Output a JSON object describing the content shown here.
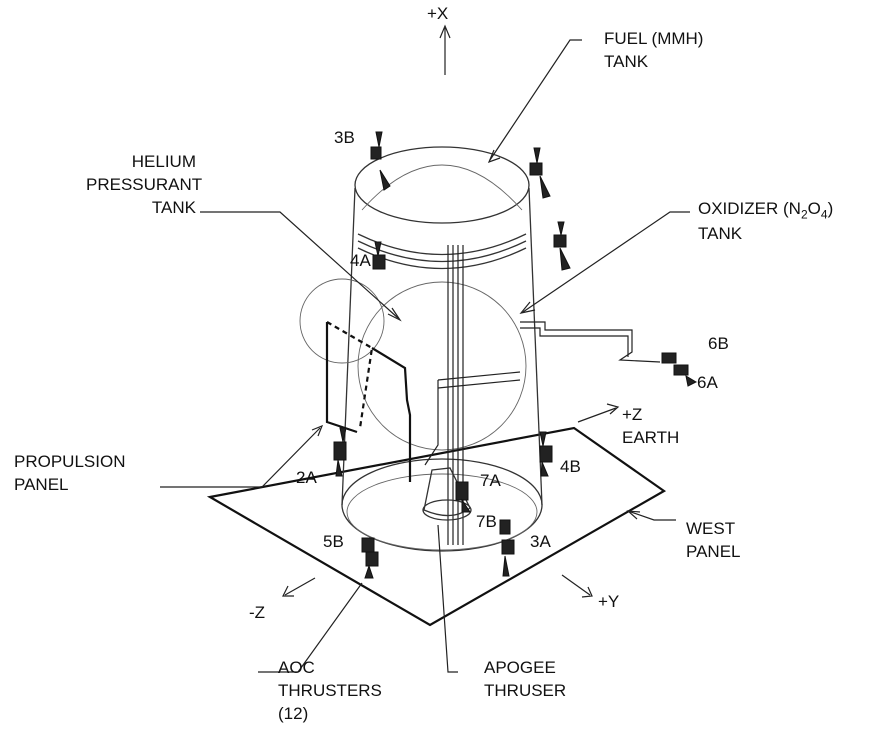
{
  "labels": {
    "plus_x": "+X",
    "fuel_tank": "FUEL (MMH)\nTANK",
    "helium_tank": "HELIUM\nPRESSURANT\nTANK",
    "oxidizer_main": "OXIDIZER (N",
    "oxidizer_sub1": "2",
    "oxidizer_mid": "O",
    "oxidizer_sub2": "4",
    "oxidizer_close": ")",
    "oxidizer_tank_word": "TANK",
    "propulsion_panel": "PROPULSION\nPANEL",
    "plus_z_earth": "+Z\nEARTH",
    "west_panel": "WEST\nPANEL",
    "minus_z": "-Z",
    "plus_y": "+Y",
    "aoc_thrusters": "AOC\nTHRUSTERS\n(12)",
    "apogee_thruster": "APOGEE\nTHRUSER"
  },
  "thrusters": {
    "t3b": "3B",
    "t4a": "4A",
    "t6b": "6B",
    "t6a": "6A",
    "t2a": "2A",
    "t4b": "4B",
    "t7a": "7A",
    "t7b": "7B",
    "t5b": "5B",
    "t3a": "3A"
  },
  "colors": {
    "ink": "#111111",
    "background": "#ffffff"
  }
}
